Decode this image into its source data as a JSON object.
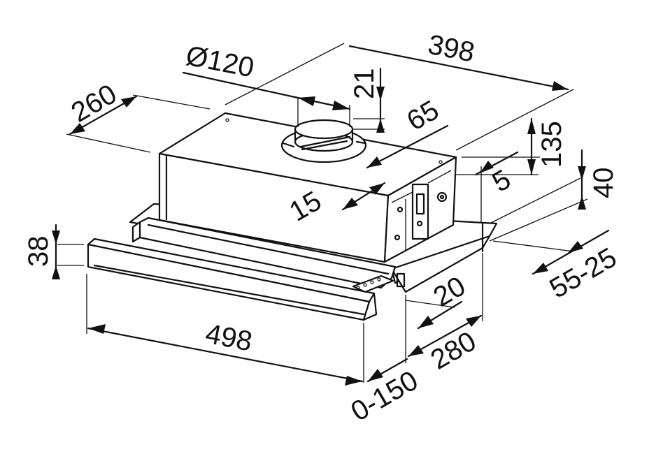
{
  "dimensions": {
    "width_top": "398",
    "duct_diameter": "Ø120",
    "depth_top": "260",
    "collar_height": "21",
    "collar_offset": "65",
    "body_height": "135",
    "side_offset": "5",
    "front_offset": "15",
    "panel_height": "40",
    "bracket_range": "55-25",
    "visor_height": "38",
    "rear_offset": "20",
    "depth_bottom": "280",
    "visor_width": "498",
    "extension": "0-150"
  },
  "colors": {
    "line": "#111111",
    "background": "#ffffff"
  }
}
